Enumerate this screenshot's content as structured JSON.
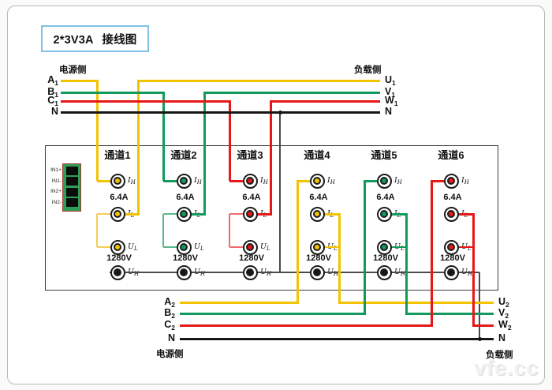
{
  "title": "2*3V3A 接线图",
  "watermark": "vfe.cc",
  "colors": {
    "phase_a": "#F3C200",
    "phase_b": "#119A5C",
    "phase_c": "#E61717",
    "neutral": "#161616",
    "tap_a": "#F5CE55",
    "tap_b": "#57B98D",
    "tap_c": "#EF6B6B",
    "gray_wire": "#4a4a4a",
    "title_border": "#7fc2e5",
    "connector_fill": "#2e9e58",
    "connector_border": "#a8382c"
  },
  "sides": {
    "top_source": "电源侧",
    "top_load": "负载侧",
    "bottom_source": "电源侧",
    "bottom_load": "负载侧"
  },
  "top_lines": {
    "source": [
      {
        "base": "A",
        "sub": "1",
        "phase": "a"
      },
      {
        "base": "B",
        "sub": "1",
        "phase": "b"
      },
      {
        "base": "C",
        "sub": "1",
        "phase": "c"
      },
      {
        "base": "N",
        "sub": "",
        "phase": "n"
      }
    ],
    "load": [
      {
        "base": "U",
        "sub": "1",
        "phase": "a"
      },
      {
        "base": "V",
        "sub": "1",
        "phase": "b"
      },
      {
        "base": "W",
        "sub": "1",
        "phase": "c"
      },
      {
        "base": "N",
        "sub": "",
        "phase": "n"
      }
    ]
  },
  "bottom_lines": {
    "source": [
      {
        "base": "A",
        "sub": "2",
        "phase": "a"
      },
      {
        "base": "B",
        "sub": "2",
        "phase": "b"
      },
      {
        "base": "C",
        "sub": "2",
        "phase": "c"
      },
      {
        "base": "N",
        "sub": "",
        "phase": "n"
      }
    ],
    "load": [
      {
        "base": "U",
        "sub": "2",
        "phase": "a"
      },
      {
        "base": "V",
        "sub": "2",
        "phase": "b"
      },
      {
        "base": "W",
        "sub": "2",
        "phase": "c"
      },
      {
        "base": "N",
        "sub": "",
        "phase": "n"
      }
    ]
  },
  "connector": {
    "pins": [
      "IN1+",
      "IN1-",
      "IN2+",
      "IN2-"
    ]
  },
  "channels": [
    {
      "name": "通道1",
      "phase": "a",
      "current": "6.4A",
      "voltage": "1280V"
    },
    {
      "name": "通道2",
      "phase": "b",
      "current": "6.4A",
      "voltage": "1280V"
    },
    {
      "name": "通道3",
      "phase": "c",
      "current": "6.4A",
      "voltage": "1280V"
    },
    {
      "name": "通道4",
      "phase": "a",
      "current": "6.4A",
      "voltage": "1280V"
    },
    {
      "name": "通道5",
      "phase": "b",
      "current": "6.4A",
      "voltage": "1280V"
    },
    {
      "name": "通道6",
      "phase": "c",
      "current": "6.4A",
      "voltage": "1280V"
    }
  ],
  "terminal_labels": {
    "ih": {
      "base": "I",
      "sub": "H"
    },
    "il": {
      "base": "I",
      "sub": "L"
    },
    "ul": {
      "base": "U",
      "sub": "L"
    },
    "uh": {
      "base": "U",
      "sub": "H"
    }
  }
}
